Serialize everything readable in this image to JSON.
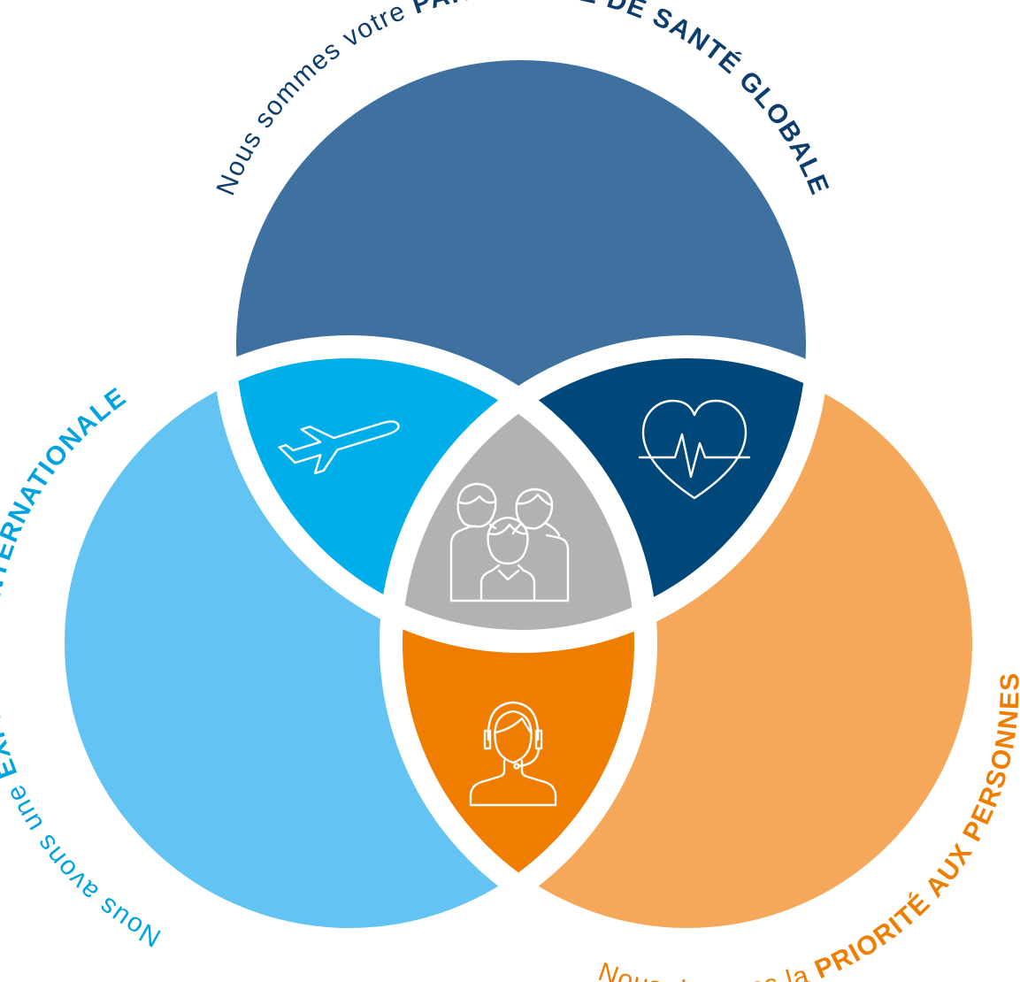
{
  "diagram": {
    "circles": [
      {
        "key": "top",
        "color": "#3e71a0",
        "icon": "none"
      },
      {
        "key": "left",
        "color": "#63c4f3",
        "icon": "none"
      },
      {
        "key": "right",
        "color": "#f5a85a",
        "icon": "none"
      }
    ],
    "overlaps": [
      {
        "key": "top-left",
        "color": "#00aeea",
        "icon": "airplane-icon"
      },
      {
        "key": "top-right",
        "color": "#00477a",
        "icon": "heart-pulse-icon"
      },
      {
        "key": "left-right",
        "color": "#ee7d00",
        "icon": "headset-agent-icon"
      },
      {
        "key": "center",
        "color": "#b2b2b2",
        "icon": "family-icon"
      }
    ],
    "labels": {
      "top": {
        "normal": "Nous sommes votre ",
        "bold": "PARTENAIRE DE SANTÉ GLOBALE",
        "color": "#0d3d6b"
      },
      "left": {
        "normal": "Nous avons une ",
        "bold": "EXPERTISE INTERNATIONALE",
        "color": "#00a3e0"
      },
      "right": {
        "normal": "Nous donnons la ",
        "bold": "PRIORITÉ AUX PERSONNES",
        "color": "#ee7d00"
      }
    }
  }
}
